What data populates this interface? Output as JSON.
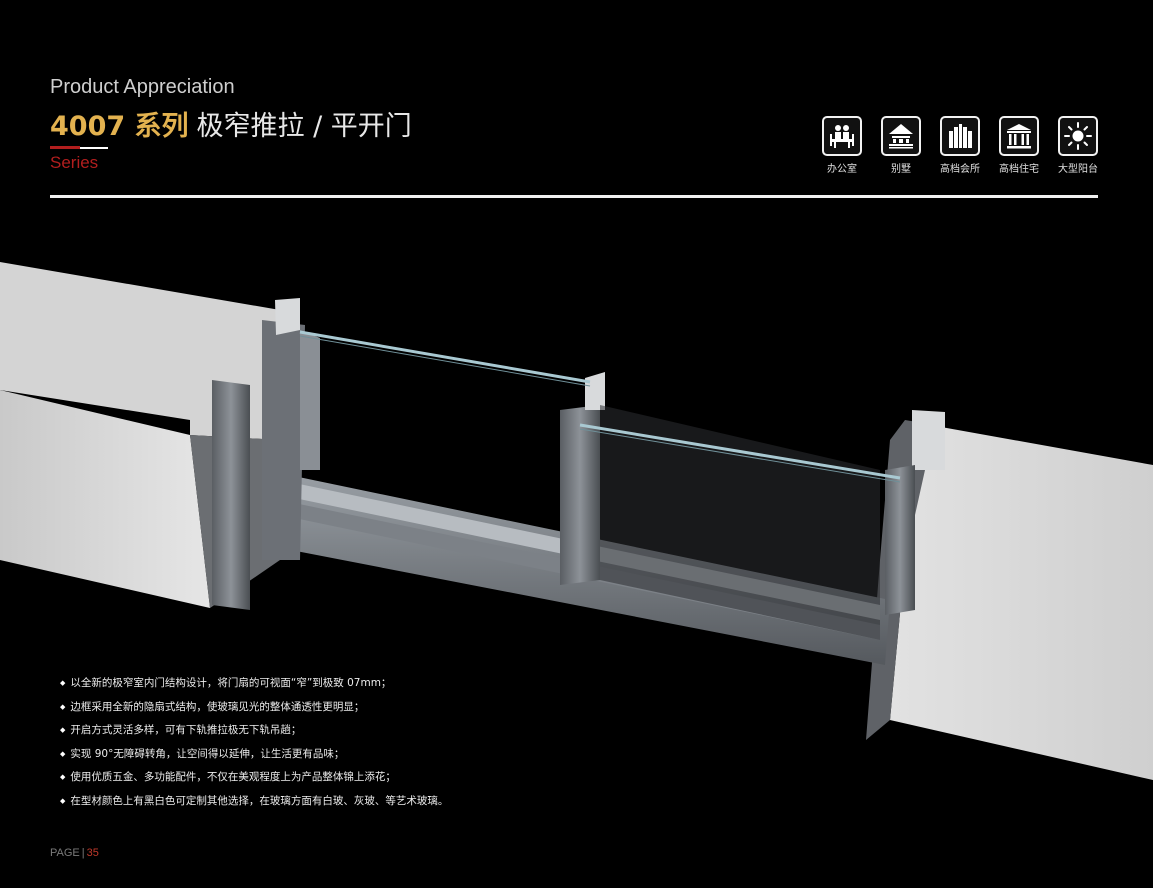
{
  "header": {
    "subtitle": "Product Appreciation",
    "series_number": "4007 系列",
    "product_type": "极窄推拉 / 平开门",
    "series_label": "Series"
  },
  "applications": [
    {
      "icon": "office-meeting-icon",
      "label": "办公室"
    },
    {
      "icon": "villa-icon",
      "label": "别墅"
    },
    {
      "icon": "club-building-icon",
      "label": "高档会所"
    },
    {
      "icon": "residence-building-icon",
      "label": "高档住宅"
    },
    {
      "icon": "sun-icon",
      "label": "大型阳台"
    }
  ],
  "features": [
    "以全新的极窄室内门结构设计，将门扇的可视面“窄”到极致 07mm；",
    "边框采用全新的隐扇式结构，使玻璃见光的整体通透性更明显；",
    "开启方式灵活多样，可有下轨推拉极无下轨吊趟；",
    "实现 90°无障碍转角，让空间得以延伸，让生活更有品味；",
    "使用优质五金、多功能配件，不仅在美观程度上为产品整体锦上添花；",
    "在型材颜色上有黑白色可定制其他选择，在玻璃方面有白玻、灰玻、等艺术玻璃。"
  ],
  "footer": {
    "page_label": "PAGE",
    "separator": "|",
    "page_number": "35"
  },
  "colors": {
    "accent_gold": "#e3b24f",
    "accent_red": "#b21e1e",
    "background": "#000000"
  }
}
